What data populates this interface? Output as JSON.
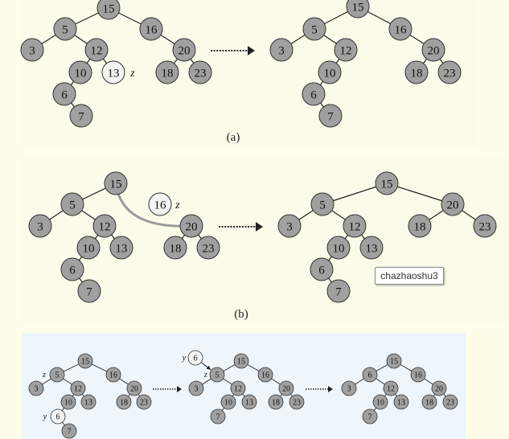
{
  "captions": {
    "a": "(a)",
    "b": "(b)"
  },
  "tooltip": "chazhaoshu3",
  "colors": {
    "node_fill": "#a0a0a0",
    "highlight_fill": "#f3f3f3",
    "stroke": "#333333",
    "bypass_edge": "#9c9c9c"
  },
  "trees": {
    "a_before": {
      "nodes": [
        {
          "id": "15",
          "label": "15"
        },
        {
          "id": "5",
          "label": "5"
        },
        {
          "id": "16",
          "label": "16"
        },
        {
          "id": "3",
          "label": "3"
        },
        {
          "id": "12",
          "label": "12"
        },
        {
          "id": "20",
          "label": "20"
        },
        {
          "id": "10",
          "label": "10"
        },
        {
          "id": "13",
          "label": "13",
          "highlight": true,
          "tag": "z"
        },
        {
          "id": "18",
          "label": "18"
        },
        {
          "id": "23",
          "label": "23"
        },
        {
          "id": "6",
          "label": "6"
        },
        {
          "id": "7",
          "label": "7"
        }
      ],
      "edges": [
        [
          "15",
          "5"
        ],
        [
          "15",
          "16"
        ],
        [
          "5",
          "3"
        ],
        [
          "5",
          "12"
        ],
        [
          "12",
          "10"
        ],
        [
          "12",
          "13"
        ],
        [
          "16",
          "20"
        ],
        [
          "20",
          "18"
        ],
        [
          "20",
          "23"
        ],
        [
          "10",
          "6"
        ],
        [
          "6",
          "7"
        ]
      ]
    },
    "a_after": {
      "nodes": [
        {
          "id": "15",
          "label": "15"
        },
        {
          "id": "5",
          "label": "5"
        },
        {
          "id": "16",
          "label": "16"
        },
        {
          "id": "3",
          "label": "3"
        },
        {
          "id": "12",
          "label": "12"
        },
        {
          "id": "20",
          "label": "20"
        },
        {
          "id": "10",
          "label": "10"
        },
        {
          "id": "18",
          "label": "18"
        },
        {
          "id": "23",
          "label": "23"
        },
        {
          "id": "6",
          "label": "6"
        },
        {
          "id": "7",
          "label": "7"
        }
      ],
      "edges": [
        [
          "15",
          "5"
        ],
        [
          "15",
          "16"
        ],
        [
          "5",
          "3"
        ],
        [
          "5",
          "12"
        ],
        [
          "12",
          "10"
        ],
        [
          "16",
          "20"
        ],
        [
          "20",
          "18"
        ],
        [
          "20",
          "23"
        ],
        [
          "10",
          "6"
        ],
        [
          "6",
          "7"
        ]
      ]
    },
    "b_before": {
      "nodes": [
        {
          "id": "15",
          "label": "15"
        },
        {
          "id": "5",
          "label": "5"
        },
        {
          "id": "16",
          "label": "16",
          "highlight": true,
          "tag": "z"
        },
        {
          "id": "3",
          "label": "3"
        },
        {
          "id": "12",
          "label": "12"
        },
        {
          "id": "20",
          "label": "20"
        },
        {
          "id": "10",
          "label": "10"
        },
        {
          "id": "13",
          "label": "13"
        },
        {
          "id": "18",
          "label": "18"
        },
        {
          "id": "23",
          "label": "23"
        },
        {
          "id": "6",
          "label": "6"
        },
        {
          "id": "7",
          "label": "7"
        }
      ],
      "edges": [
        [
          "15",
          "5"
        ],
        [
          "5",
          "3"
        ],
        [
          "5",
          "12"
        ],
        [
          "12",
          "10"
        ],
        [
          "12",
          "13"
        ],
        [
          "20",
          "18"
        ],
        [
          "20",
          "23"
        ],
        [
          "10",
          "6"
        ],
        [
          "6",
          "7"
        ]
      ],
      "bypass": [
        [
          "15",
          "20"
        ]
      ]
    },
    "b_after": {
      "nodes": [
        {
          "id": "15",
          "label": "15"
        },
        {
          "id": "5",
          "label": "5"
        },
        {
          "id": "20",
          "label": "20"
        },
        {
          "id": "3",
          "label": "3"
        },
        {
          "id": "12",
          "label": "12"
        },
        {
          "id": "18",
          "label": "18"
        },
        {
          "id": "23",
          "label": "23"
        },
        {
          "id": "10",
          "label": "10"
        },
        {
          "id": "13",
          "label": "13"
        },
        {
          "id": "6",
          "label": "6"
        },
        {
          "id": "7",
          "label": "7"
        }
      ],
      "edges": [
        [
          "15",
          "5"
        ],
        [
          "15",
          "20"
        ],
        [
          "5",
          "3"
        ],
        [
          "5",
          "12"
        ],
        [
          "12",
          "10"
        ],
        [
          "12",
          "13"
        ],
        [
          "20",
          "18"
        ],
        [
          "20",
          "23"
        ],
        [
          "10",
          "6"
        ],
        [
          "6",
          "7"
        ]
      ]
    },
    "c_step1": {
      "nodes": [
        {
          "id": "15",
          "label": "15"
        },
        {
          "id": "5",
          "label": "5",
          "tag": "z"
        },
        {
          "id": "16",
          "label": "16"
        },
        {
          "id": "3",
          "label": "3"
        },
        {
          "id": "12",
          "label": "12"
        },
        {
          "id": "20",
          "label": "20"
        },
        {
          "id": "10",
          "label": "10"
        },
        {
          "id": "13",
          "label": "13"
        },
        {
          "id": "18",
          "label": "18"
        },
        {
          "id": "23",
          "label": "23"
        },
        {
          "id": "6",
          "label": "6",
          "highlight": true,
          "tag": "y"
        },
        {
          "id": "7",
          "label": "7"
        }
      ],
      "edges": [
        [
          "15",
          "5"
        ],
        [
          "15",
          "16"
        ],
        [
          "5",
          "3"
        ],
        [
          "5",
          "12"
        ],
        [
          "12",
          "10"
        ],
        [
          "12",
          "13"
        ],
        [
          "16",
          "20"
        ],
        [
          "20",
          "18"
        ],
        [
          "20",
          "23"
        ],
        [
          "10",
          "6"
        ],
        [
          "6",
          "7"
        ]
      ]
    },
    "c_step2": {
      "nodes": [
        {
          "id": "y6",
          "label": "6",
          "highlight": true,
          "tag": "y"
        },
        {
          "id": "15",
          "label": "15"
        },
        {
          "id": "5",
          "label": "5",
          "tag": "z"
        },
        {
          "id": "16",
          "label": "16"
        },
        {
          "id": "3",
          "label": "3"
        },
        {
          "id": "12",
          "label": "12"
        },
        {
          "id": "20",
          "label": "20"
        },
        {
          "id": "10",
          "label": "10"
        },
        {
          "id": "13",
          "label": "13"
        },
        {
          "id": "18",
          "label": "18"
        },
        {
          "id": "23",
          "label": "23"
        },
        {
          "id": "7",
          "label": "7"
        }
      ],
      "edges": [
        [
          "15",
          "5"
        ],
        [
          "15",
          "16"
        ],
        [
          "5",
          "3"
        ],
        [
          "5",
          "12"
        ],
        [
          "12",
          "10"
        ],
        [
          "12",
          "13"
        ],
        [
          "16",
          "20"
        ],
        [
          "20",
          "18"
        ],
        [
          "20",
          "23"
        ],
        [
          "10",
          "7"
        ]
      ],
      "arrows": [
        [
          "y6",
          "5"
        ]
      ]
    },
    "c_step3": {
      "nodes": [
        {
          "id": "15",
          "label": "15"
        },
        {
          "id": "6",
          "label": "6"
        },
        {
          "id": "16",
          "label": "16"
        },
        {
          "id": "3",
          "label": "3"
        },
        {
          "id": "12",
          "label": "12"
        },
        {
          "id": "20",
          "label": "20"
        },
        {
          "id": "10",
          "label": "10"
        },
        {
          "id": "13",
          "label": "13"
        },
        {
          "id": "18",
          "label": "18"
        },
        {
          "id": "23",
          "label": "23"
        },
        {
          "id": "7",
          "label": "7"
        }
      ],
      "edges": [
        [
          "15",
          "6"
        ],
        [
          "15",
          "16"
        ],
        [
          "6",
          "3"
        ],
        [
          "6",
          "12"
        ],
        [
          "12",
          "10"
        ],
        [
          "12",
          "13"
        ],
        [
          "16",
          "20"
        ],
        [
          "20",
          "18"
        ],
        [
          "20",
          "23"
        ],
        [
          "10",
          "7"
        ]
      ]
    }
  }
}
